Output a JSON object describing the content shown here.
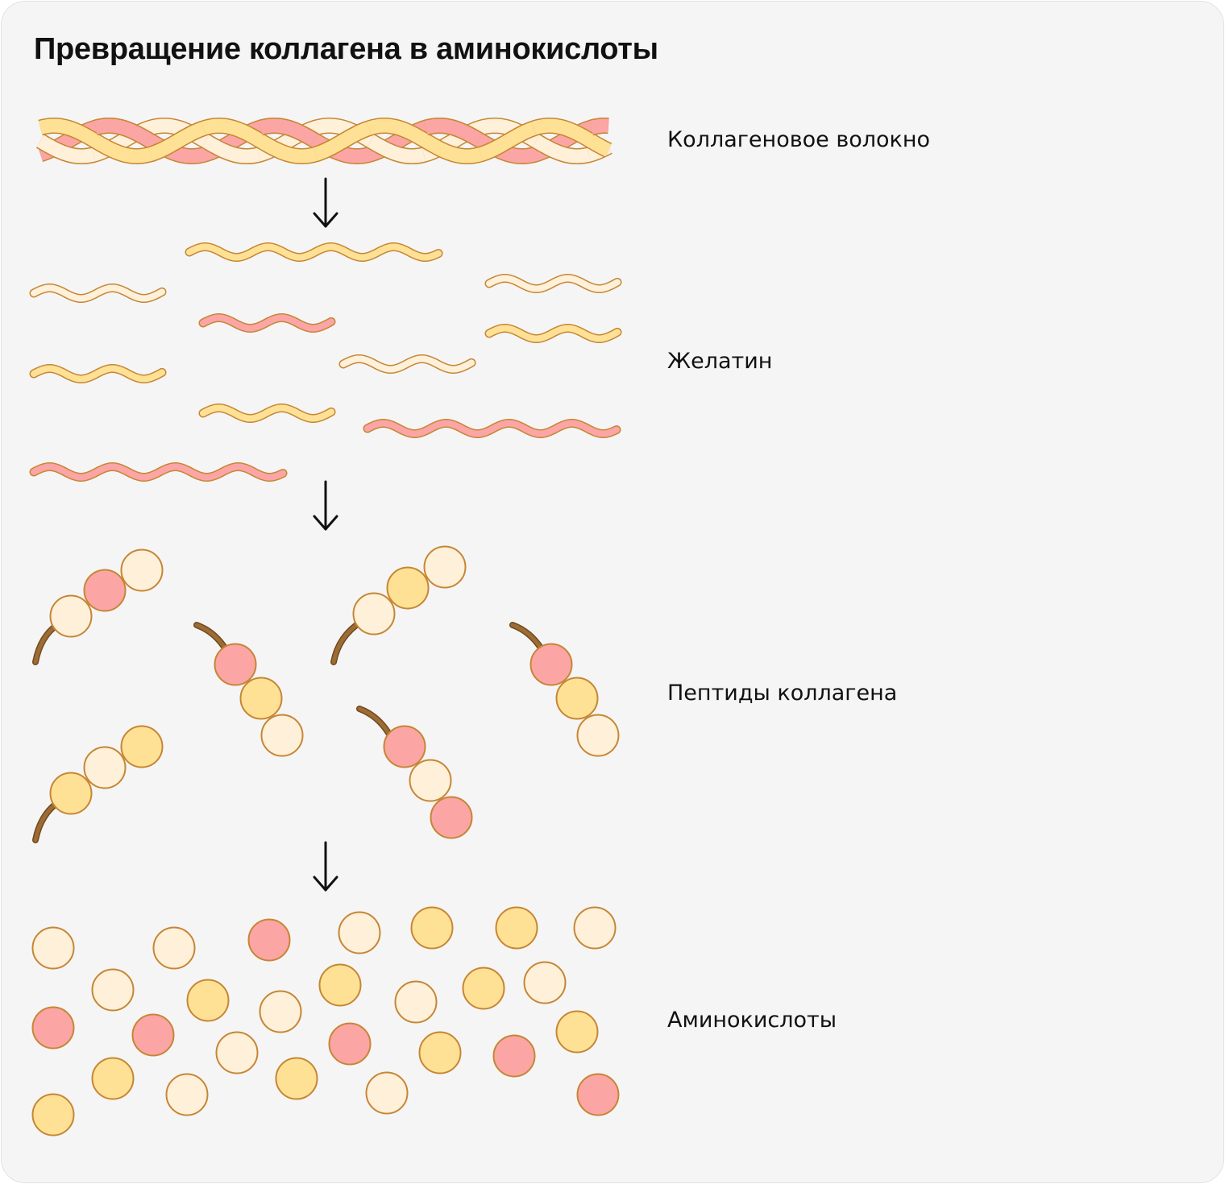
{
  "title": "Превращение коллагена в аминокислоты",
  "stages": [
    {
      "id": "fiber",
      "label": "Коллагеновое волокно"
    },
    {
      "id": "gelatin",
      "label": "Желатин"
    },
    {
      "id": "peptides",
      "label": "Пептиды коллагена"
    },
    {
      "id": "amino",
      "label": "Аминокислоты"
    }
  ],
  "colors": {
    "pink": "#fba5a4",
    "yellow": "#fee195",
    "cream": "#fef0d9",
    "outline": "#c68634",
    "tail": "#9d6b34",
    "background": "#f5f5f5",
    "text": "#111111"
  },
  "icons": [
    "down-arrow-icon"
  ]
}
